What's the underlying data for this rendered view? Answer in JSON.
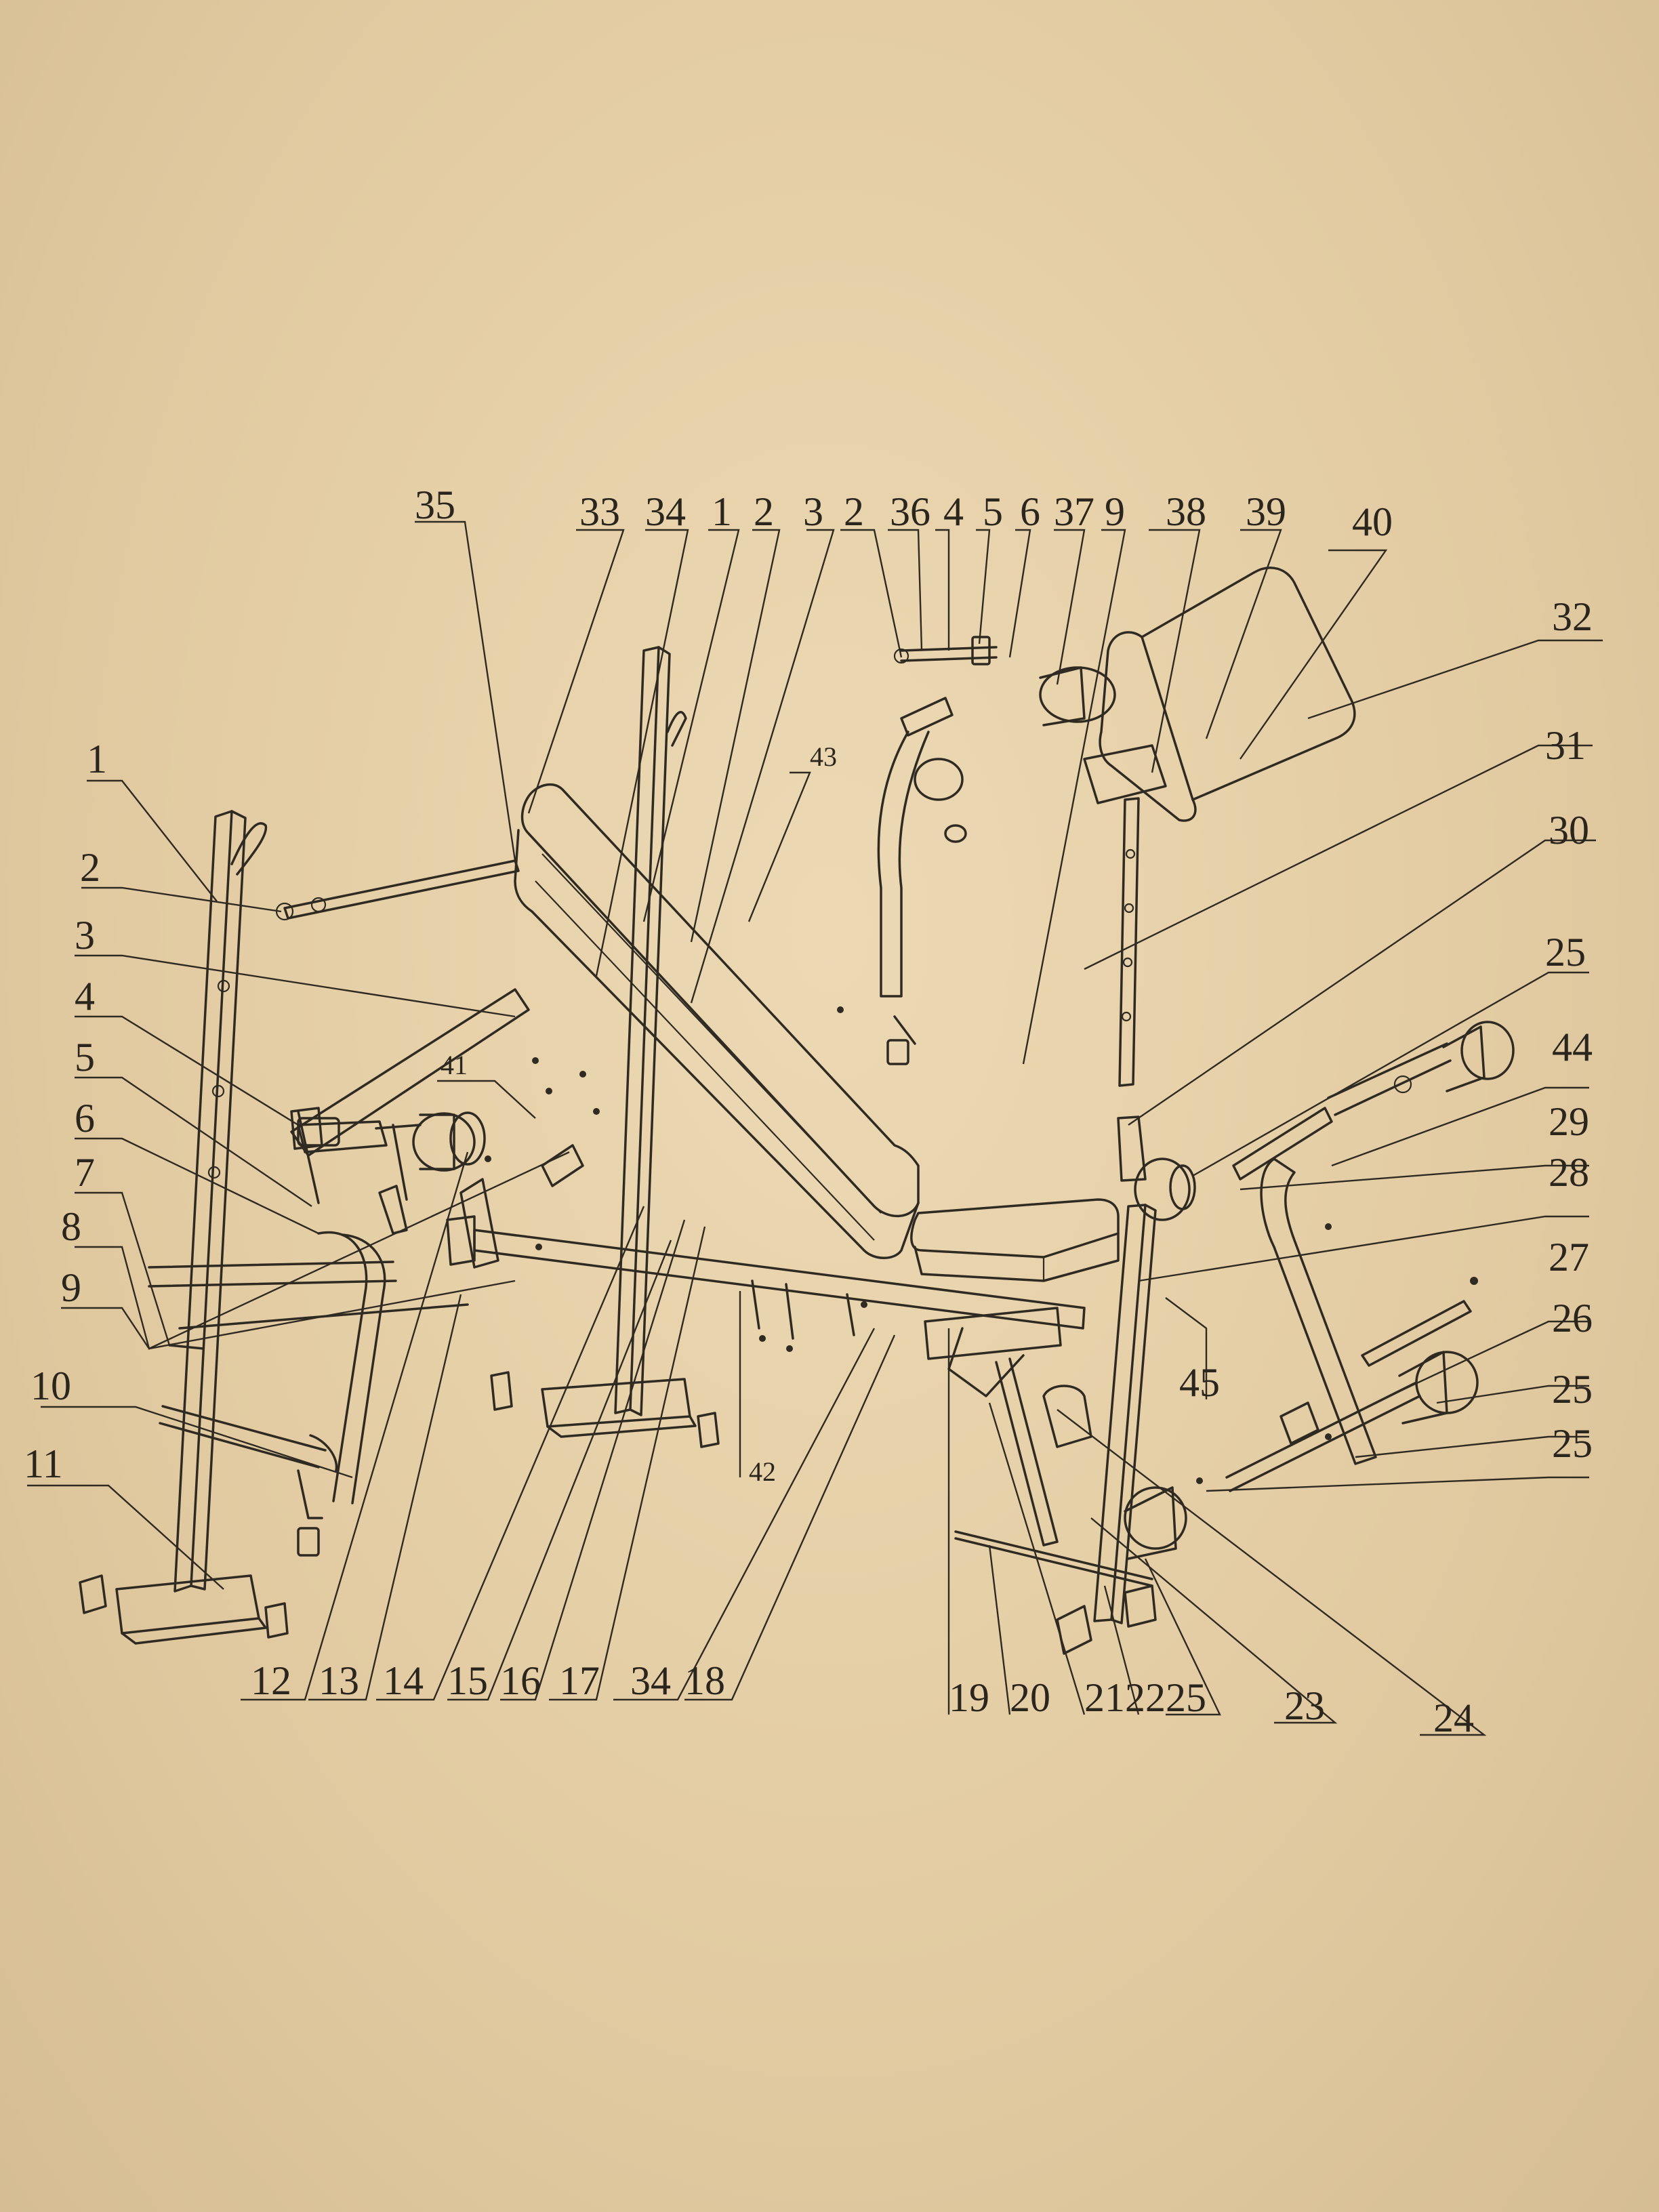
{
  "diagram": {
    "labels": [
      {
        "id": "l-35a",
        "text": "35"
      },
      {
        "id": "l-33",
        "text": "33"
      },
      {
        "id": "l-34a",
        "text": "34"
      },
      {
        "id": "l-1a",
        "text": "1"
      },
      {
        "id": "l-2a",
        "text": "2"
      },
      {
        "id": "l-3a",
        "text": "3"
      },
      {
        "id": "l-2b",
        "text": "2"
      },
      {
        "id": "l-36",
        "text": "36"
      },
      {
        "id": "l-4a",
        "text": "4"
      },
      {
        "id": "l-5a",
        "text": "5"
      },
      {
        "id": "l-6a",
        "text": "6"
      },
      {
        "id": "l-37",
        "text": "37"
      },
      {
        "id": "l-9a",
        "text": "9"
      },
      {
        "id": "l-38",
        "text": "38"
      },
      {
        "id": "l-39",
        "text": "39"
      },
      {
        "id": "l-40",
        "text": "40"
      },
      {
        "id": "l-32",
        "text": "32"
      },
      {
        "id": "l-31",
        "text": "31"
      },
      {
        "id": "l-30",
        "text": "30"
      },
      {
        "id": "l-25a",
        "text": "25"
      },
      {
        "id": "l-44",
        "text": "44"
      },
      {
        "id": "l-29",
        "text": "29"
      },
      {
        "id": "l-28",
        "text": "28"
      },
      {
        "id": "l-27",
        "text": "27"
      },
      {
        "id": "l-26",
        "text": "26"
      },
      {
        "id": "l-25b",
        "text": "25"
      },
      {
        "id": "l-25c",
        "text": "25"
      },
      {
        "id": "l-45",
        "text": "45"
      },
      {
        "id": "l-43",
        "text": "43"
      },
      {
        "id": "l-41",
        "text": "41"
      },
      {
        "id": "l-42",
        "text": "42"
      },
      {
        "id": "l-1b",
        "text": "1"
      },
      {
        "id": "l-2c",
        "text": "2"
      },
      {
        "id": "l-3b",
        "text": "3"
      },
      {
        "id": "l-4b",
        "text": "4"
      },
      {
        "id": "l-5b",
        "text": "5"
      },
      {
        "id": "l-6b",
        "text": "6"
      },
      {
        "id": "l-7",
        "text": "7"
      },
      {
        "id": "l-8",
        "text": "8"
      },
      {
        "id": "l-9b",
        "text": "9"
      },
      {
        "id": "l-10",
        "text": "10"
      },
      {
        "id": "l-11",
        "text": "11"
      },
      {
        "id": "l-12",
        "text": "12"
      },
      {
        "id": "l-13",
        "text": "13"
      },
      {
        "id": "l-14",
        "text": "14"
      },
      {
        "id": "l-15",
        "text": "15"
      },
      {
        "id": "l-16",
        "text": "16"
      },
      {
        "id": "l-17",
        "text": "17"
      },
      {
        "id": "l-34b",
        "text": "34"
      },
      {
        "id": "l-18",
        "text": "18"
      },
      {
        "id": "l-19",
        "text": "19"
      },
      {
        "id": "l-20",
        "text": "20"
      },
      {
        "id": "l-21",
        "text": "21"
      },
      {
        "id": "l-22",
        "text": "22"
      },
      {
        "id": "l-25d",
        "text": "25"
      },
      {
        "id": "l-23",
        "text": "23"
      },
      {
        "id": "l-24",
        "text": "24"
      }
    ]
  }
}
